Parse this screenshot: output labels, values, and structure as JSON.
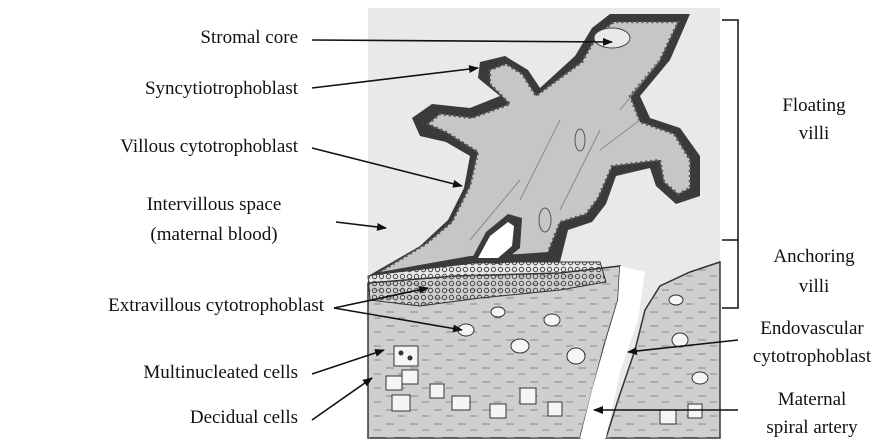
{
  "labels": {
    "stromal_core": "Stromal core",
    "syncytiotrophoblast": "Syncytiotrophoblast",
    "villous_cytotrophoblast": "Villous cytotrophoblast",
    "intervillous_line1": "Intervillous space",
    "intervillous_line2": "(maternal blood)",
    "extravillous": "Extravillous cytotrophoblast",
    "multinucleated": "Multinucleated cells",
    "decidual": "Decidual cells",
    "floating_line1": "Floating",
    "floating_line2": "villi",
    "anchoring_line1": "Anchoring",
    "anchoring_line2": "villi",
    "endovascular_line1": "Endovascular",
    "endovascular_line2": "cytotrophoblast",
    "maternal_line1": "Maternal",
    "maternal_line2": "spiral artery"
  },
  "colors": {
    "intervillous": "#e9e9e9",
    "decidua": "#cfcfcf",
    "villus_core": "#c6c6c6",
    "syncytium": "#3a3a3a",
    "ink": "#111111"
  }
}
